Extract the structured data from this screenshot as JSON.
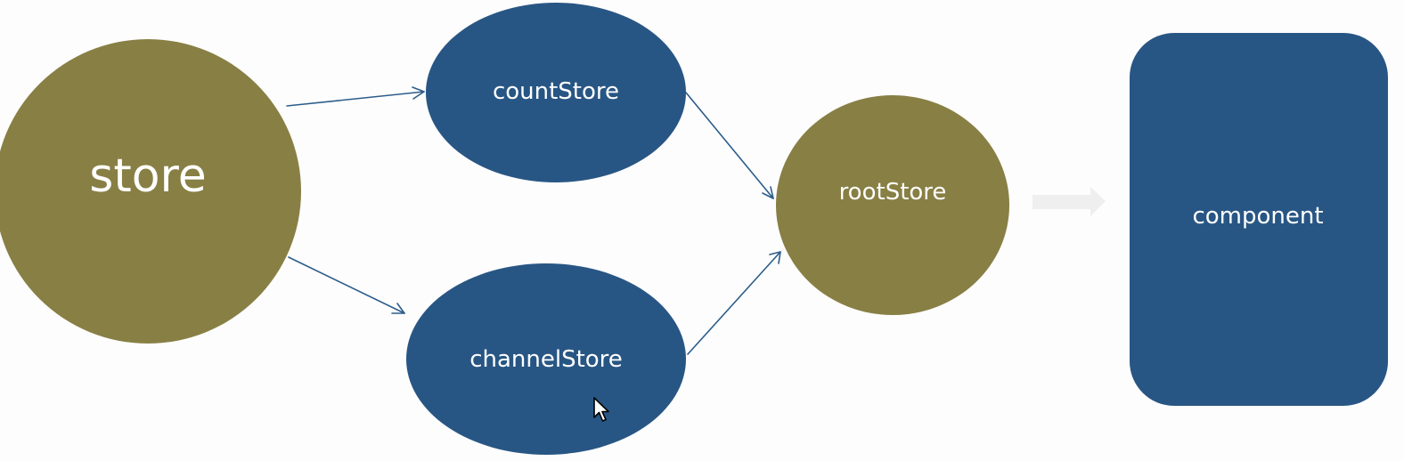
{
  "diagram": {
    "nodes": {
      "store": "store",
      "count_store": "countStore",
      "channel_store": "channelStore",
      "root_store": "rootStore",
      "component": "component"
    },
    "colors": {
      "olive": "#887f44",
      "blue": "#285684",
      "edge": "#2c5d8a",
      "big_arrow": "#efefef"
    }
  }
}
